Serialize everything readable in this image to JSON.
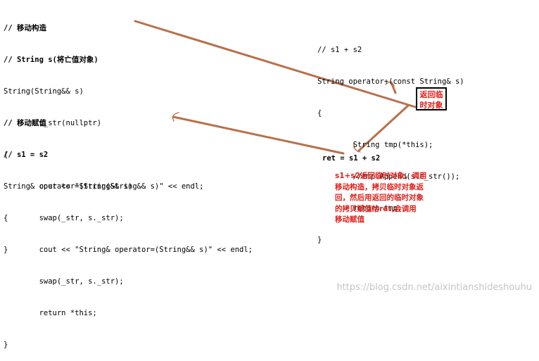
{
  "left_top_code": [
    "// 移动构造",
    "// String s(将亡值对象)",
    "String(String&& s)",
    "        :_str(nullptr)",
    "{",
    "        cout << \"String(String&& s)\" << endl;",
    "        swap(_str, s._str);",
    "}"
  ],
  "left_bottom_code": [
    "// 移动赋值",
    "// s1 = s2",
    "String& operator=(String&& s)",
    "{",
    "        cout << \"String& operator=(String&& s)\" << endl;",
    "        swap(_str, s._str);",
    "        return *this;",
    "}"
  ],
  "right_code": [
    "// s1 + s2",
    "String operator+(const String& s)",
    "{",
    "        String tmp(*this);",
    "        //tmp.Append(s.c_str());",
    "        return tmp;",
    "}"
  ],
  "ret_statement": "ret = s1 + s2",
  "temp_box_lines": [
    "返回临",
    "时对象"
  ],
  "note_lines": [
    "s1+s2返回临时对象，调用",
    "移动构造，拷贝临时对象返",
    "回，然后用返回的临时对象",
    "的拷贝赋值给ret,会调用",
    "移动赋值"
  ],
  "watermark": "https://blog.csdn.net/aixintianshideshouhu",
  "colors": {
    "arrow": "#b8704a",
    "note_text": "#e0201a",
    "watermark": "#c4c4c4"
  }
}
